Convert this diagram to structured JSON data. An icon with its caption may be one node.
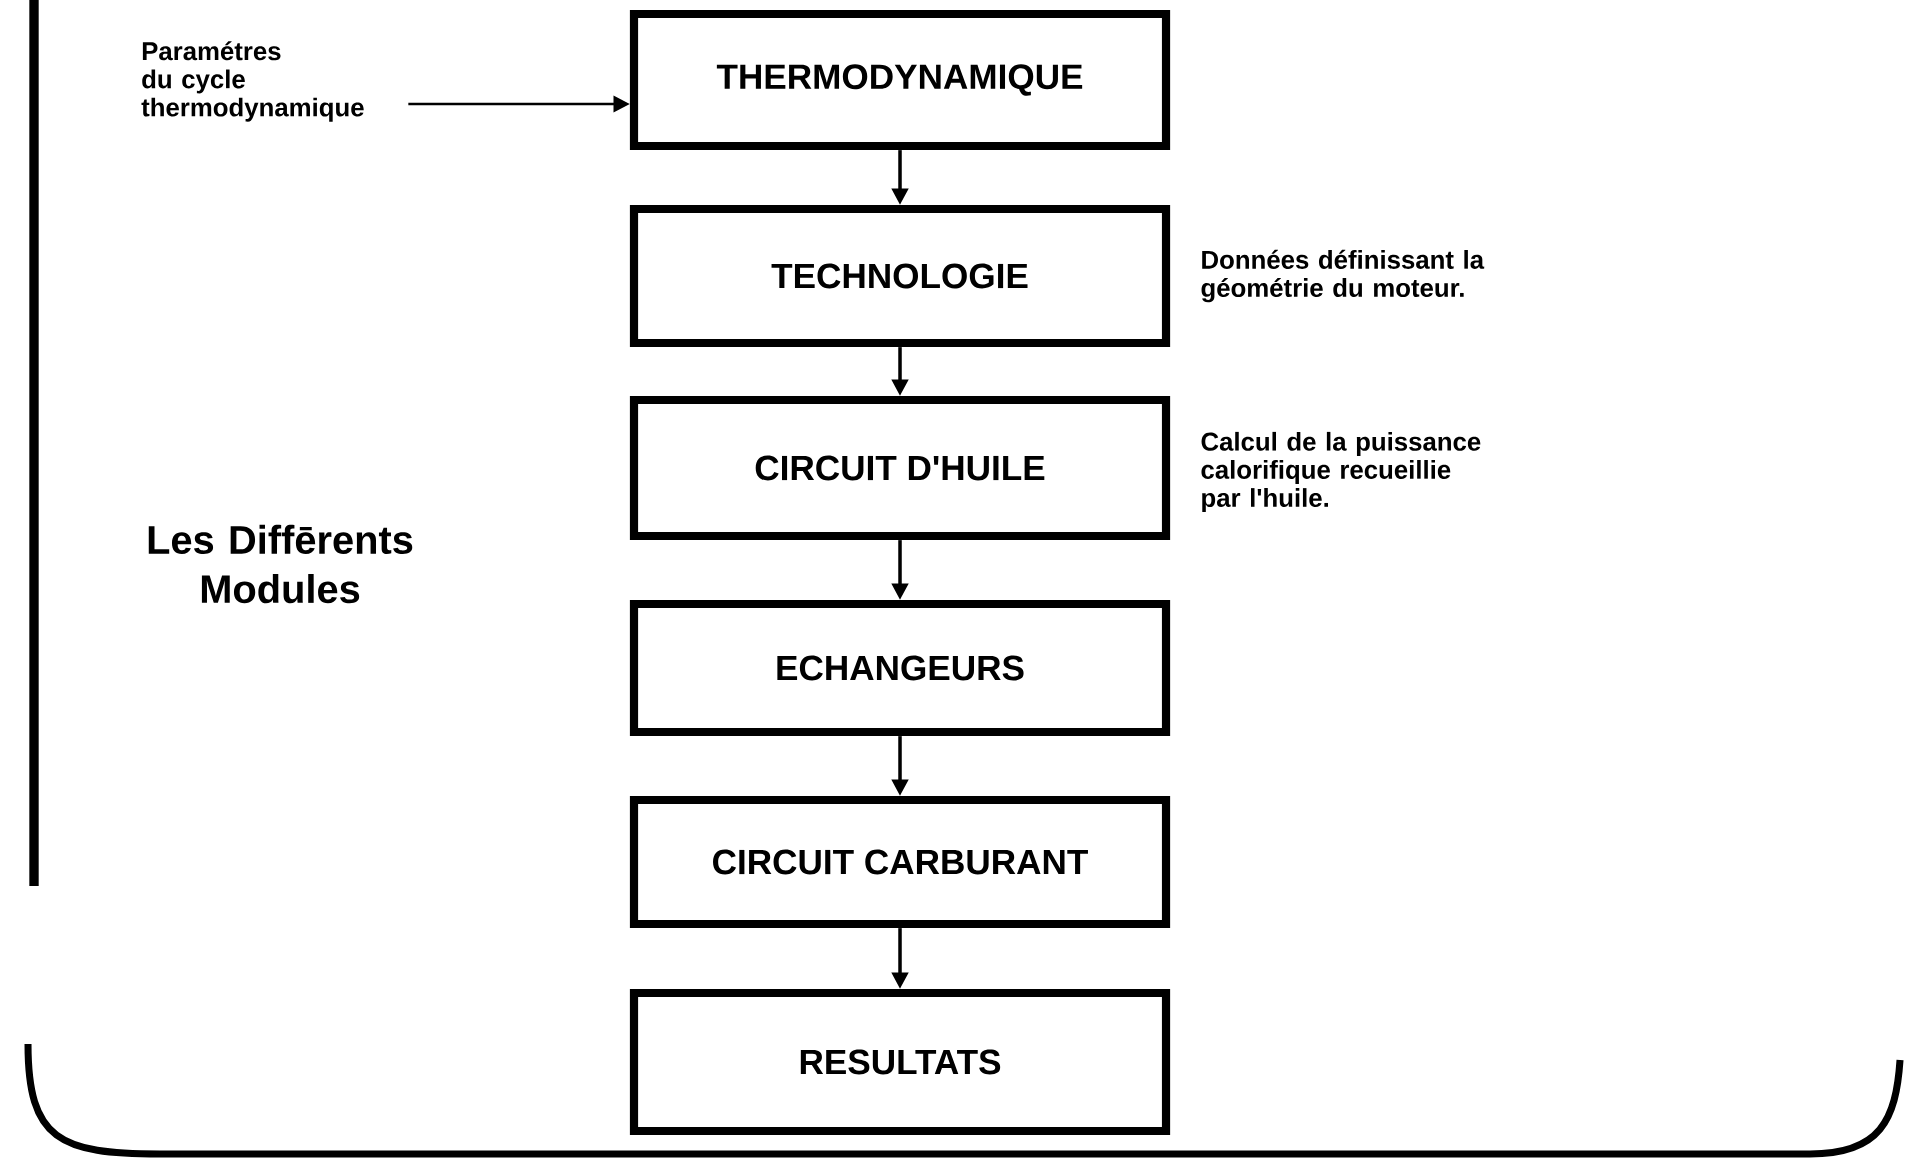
{
  "diagram": {
    "nodes": [
      {
        "text": [
          "Paramétres du cycle thermodynamique"
        ]
      },
      {
        "text": [
          "THERMODYNAMIQUE"
        ]
      },
      {
        "text": [
          "TECHNOLOGIE"
        ],
        "beside": [
          "Données définissant la géométrie du moteur."
        ]
      },
      {
        "text": [
          "CIRCUIT D'HUILE"
        ],
        "beside": [
          "Calcul de la puissance calorifique recueillie par l'huile."
        ]
      },
      {
        "text": [
          "ECHANGEURS"
        ]
      },
      {
        "text": [
          "CIRCUIT CARBURANT"
        ]
      },
      {
        "text": [
          "RESULTATS"
        ]
      }
    ],
    "edges": [
      {
        "from": 0,
        "to": 1,
        "arrow": "to"
      },
      {
        "from": 1,
        "to": 2,
        "arrow": "to"
      },
      {
        "from": 2,
        "to": 3,
        "arrow": "to"
      },
      {
        "from": 3,
        "to": 4,
        "arrow": "to"
      },
      {
        "from": 4,
        "to": 5,
        "arrow": "to"
      },
      {
        "from": 5,
        "to": 6,
        "arrow": "to"
      }
    ],
    "labels": [
      "Les Diffērents Modules"
    ]
  }
}
